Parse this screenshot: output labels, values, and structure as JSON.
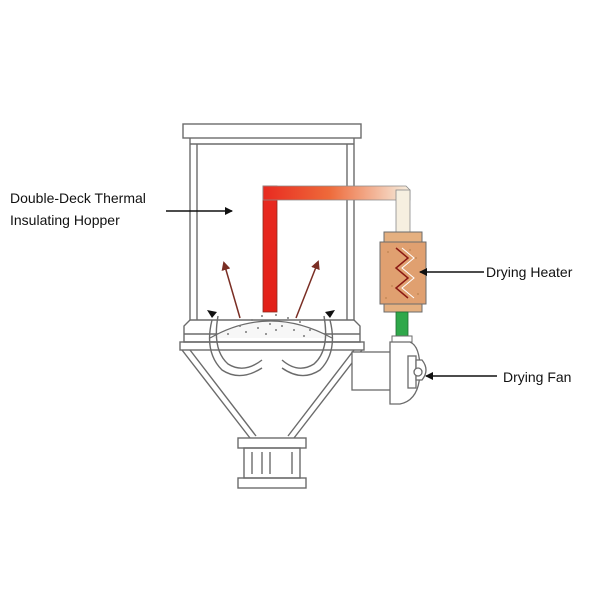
{
  "labels": {
    "hopper_line1": "Double-Deck Thermal",
    "hopper_line2": "Insulating Hopper",
    "heater": "Drying Heater",
    "fan": "Drying Fan"
  },
  "colors": {
    "outline": "#6b6b6b",
    "hot_pipe": "#e8261e",
    "pipe_gradient_end": "#f6efe0",
    "heater_fill": "#e0a070",
    "heater_coil": "#8b1a14",
    "cool_pipe": "#2fa84a",
    "flow_arrow": "#7a2e24",
    "label_text": "#111111"
  },
  "icons": {
    "leader_arrow": "black-arrow-icon",
    "flow_arrow": "airflow-arrow-icon"
  }
}
